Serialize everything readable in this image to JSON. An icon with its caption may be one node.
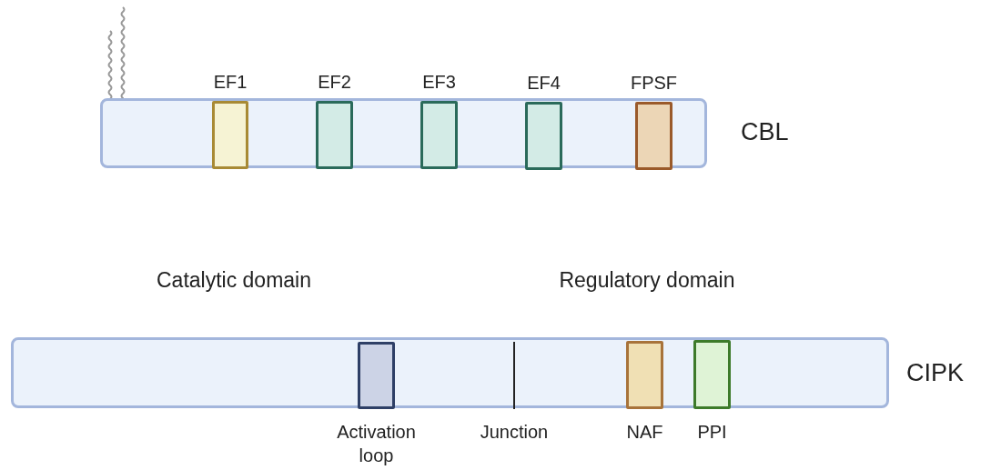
{
  "diagram": {
    "nodes": [
      {
        "text": [],
        "shape": "bar",
        "beside": [
          "CBL"
        ]
      },
      {
        "text": [
          "EF1"
        ],
        "in": 0
      },
      {
        "text": [
          "EF2"
        ],
        "in": 0
      },
      {
        "text": [
          "EF3"
        ],
        "in": 0
      },
      {
        "text": [
          "EF4"
        ],
        "in": 0
      },
      {
        "text": [
          "FPSF"
        ],
        "in": 0
      },
      {
        "text": [],
        "shape": "bar",
        "beside": [
          "CIPK"
        ]
      },
      {
        "text": [
          "Activation loop"
        ],
        "in": 6
      },
      {
        "text": [
          "Junction"
        ],
        "in": 6
      },
      {
        "text": [
          "NAF"
        ],
        "in": 6
      },
      {
        "text": [
          "PPI"
        ],
        "in": 6
      }
    ],
    "labels": [
      "Catalytic domain",
      "Regulatory domain"
    ]
  }
}
